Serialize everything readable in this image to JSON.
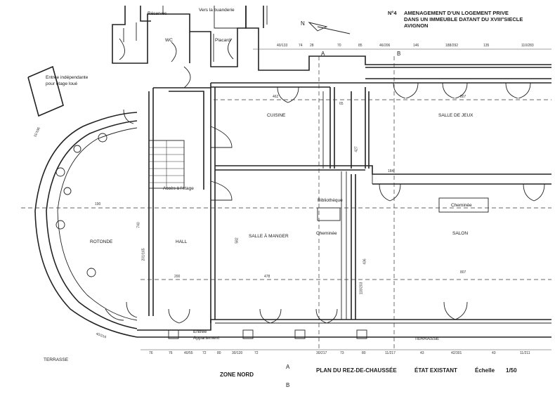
{
  "title": {
    "number": "N°4",
    "line1": "AMENAGEMENT D'UN LOGEMENT PRIVE",
    "line2": "DANS UN IMMEUBLE DATANT DU XVIII°SIECLE",
    "line3": "AVIGNON"
  },
  "rooms": {
    "reserves": "Réserves",
    "buanderie": "Vers la buanderie",
    "wc": "WC",
    "placard": "Placard",
    "entree_independante_1": "Entrée indépendante",
    "entree_independante_2": "pour étage loué",
    "cuisine": "CUISINE",
    "salle_de_jeux": "SALLE DE JEUX",
    "acces_etage": "Accès à l'étage",
    "bibliotheque": "Bibliothèque",
    "cheminee_salon": "Cheminée",
    "rotonde": "ROTONDE",
    "hall": "HALL",
    "salle_a_manger": "SALLE À MANGER",
    "cheminee": "Cheminée",
    "salon": "SALON",
    "entree_appartement_1": "Entrée",
    "entree_appartement_2": "Appartement",
    "terrasse_right": "TERRASSE",
    "terrasse_left": "TERRASSE"
  },
  "markers": {
    "north": "N",
    "section_a": "A",
    "section_b": "B"
  },
  "footer": {
    "zone": "ZONE NORD",
    "plan": "PLAN DU REZ-DE-CHAUSSÉE",
    "state": "ÉTAT EXISTANT",
    "scale_label": "Échelle",
    "scale_value": "1/50"
  },
  "dimensions": {
    "top": [
      "40/133",
      "74",
      "28",
      "70",
      "85",
      "46/206",
      "146",
      "188/292",
      "135",
      "110/283"
    ],
    "bottom": [
      "76",
      "76",
      "40/55",
      "72",
      "80",
      "30/120",
      "72",
      "30/217",
      "73",
      "80",
      "11/217",
      "43",
      "42/301",
      "43",
      "11/211"
    ],
    "left_wall": "11/196",
    "rotonde_span": "190",
    "room_depth": "740",
    "hall_height": "201/165",
    "dining_height": "582",
    "length_807_top": "807",
    "length_807_bottom": "807",
    "width_478": "478",
    "cuisine_width": "462",
    "width_200": "200",
    "bottom_left": "40/216",
    "side_427": "427",
    "side_436": "436",
    "side_203": "118/203",
    "width_184": "184",
    "width_65": "65"
  }
}
